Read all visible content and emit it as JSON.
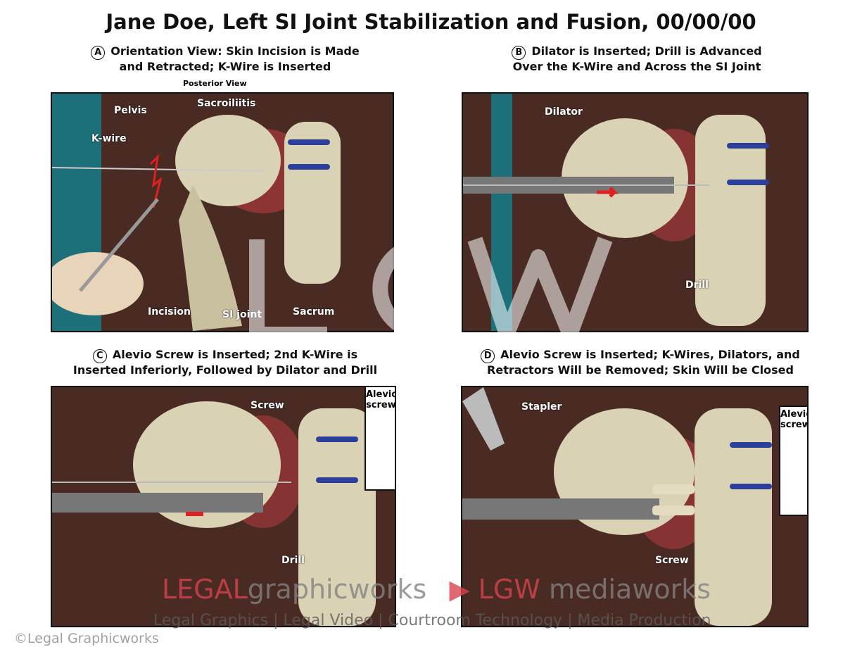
{
  "title": "Jane Doe, Left SI Joint Stabilization and Fusion, 00/00/00",
  "watermark": "©Legal Graphicworks",
  "panels": [
    {
      "letter": "A",
      "caption1": "Orientation View: Skin Incision is Made",
      "caption2": "and Retracted; K-Wire is Inserted",
      "view": "Posterior View",
      "labels": {
        "pelvis": "Pelvis",
        "sacroiliitis": "Sacroiliitis",
        "kwire": "K-wire",
        "incision": "Incision",
        "sijoint": "SI joint",
        "sacrum": "Sacrum"
      }
    },
    {
      "letter": "B",
      "caption1": "Dilator is Inserted; Drill is Advanced",
      "caption2": "Over the K-Wire and Across the SI Joint",
      "labels": {
        "dilator": "Dilator",
        "drill": "Drill"
      }
    },
    {
      "letter": "C",
      "caption1": "Alevio Screw is Inserted; 2nd K-Wire is",
      "caption2": "Inserted Inferiorly, Followed by Dilator and Drill",
      "labels": {
        "screw": "Screw",
        "drill": "Drill",
        "inset": "Alevio screw"
      }
    },
    {
      "letter": "D",
      "caption1": "Alevio Screw is Inserted; K-Wires, Dilators, and",
      "caption2": "Retractors Will be Removed; Skin Will be Closed",
      "labels": {
        "stapler": "Stapler",
        "screw": "Screw",
        "inset": "Alevio screw"
      }
    }
  ],
  "logo": {
    "legal": "LEGAL",
    "graphicworks": "graphicworks",
    "lgw": "LGW",
    "mediaworks": "mediaworks",
    "big": "LGW"
  },
  "tagline": "Legal Graphics | Legal Video | Courtroom Technology | Media Production",
  "colors": {
    "background": "#4a2b24",
    "bone": "#d9d2b4",
    "inflammation": "#e0404a",
    "disc": "#2c3f9a",
    "logo_red": "#d8434e"
  }
}
